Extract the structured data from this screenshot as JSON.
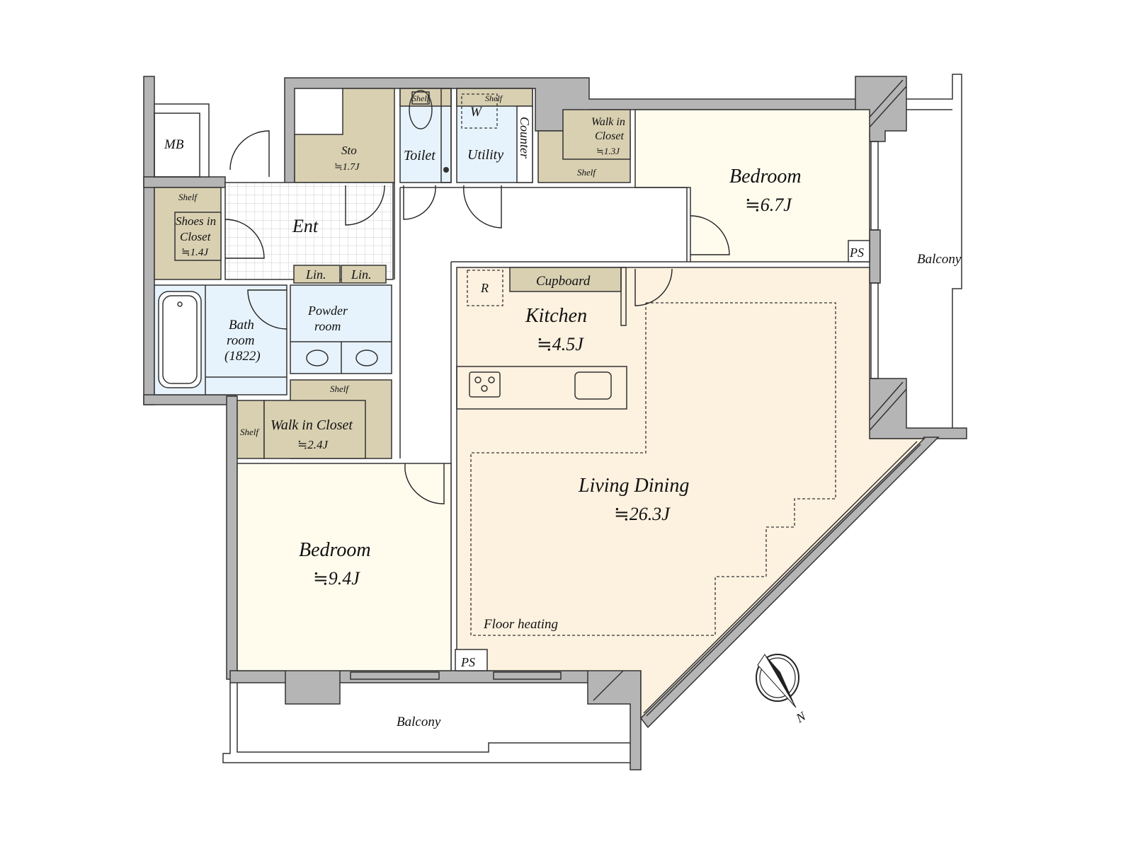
{
  "colors": {
    "wall": "#b5b5b5",
    "closet": "#d9d0b2",
    "wet_area": "#e7f3fc",
    "bedroom": "#fffcee",
    "living": "#fdf1df"
  },
  "rooms": {
    "mb": {
      "label": "MB"
    },
    "storage": {
      "label": "Sto",
      "area": "≒1.7J"
    },
    "toilet": {
      "label": "Toilet",
      "shelf": "Shelf"
    },
    "utility": {
      "label": "Utility",
      "shelf": "Shelf",
      "washer": "W",
      "counter": "Counter"
    },
    "wic_small": {
      "label_line1": "Walk in",
      "label_line2": "Closet",
      "area": "≒1.3J",
      "shelf": "Shelf"
    },
    "bedroom_1": {
      "label": "Bedroom",
      "area": "≒6.7J",
      "ps": "PS"
    },
    "balcony_east": {
      "label": "Balcony"
    },
    "shoes_closet": {
      "shelf": "Shelf",
      "label_line1": "Shoes in",
      "label_line2": "Closet",
      "area": "≒1.4J"
    },
    "entrance": {
      "label": "Ent"
    },
    "linen": {
      "left": "Lin.",
      "right": "Lin."
    },
    "powder_room": {
      "label_line1": "Powder",
      "label_line2": "room"
    },
    "bathroom": {
      "label_line1": "Bath",
      "label_line2": "room",
      "label_line3": "(1822)"
    },
    "kitchen": {
      "label": "Kitchen",
      "area": "≒4.5J",
      "cupboard": "Cupboard",
      "fridge": "R"
    },
    "wic_large": {
      "label": "Walk in Closet",
      "area": "≒2.4J",
      "shelf_top": "Shelf",
      "shelf_left": "Shelf"
    },
    "living_dining": {
      "label": "Living Dining",
      "area": "≒26.3J",
      "floor_heating": "Floor heating"
    },
    "bedroom_2": {
      "label": "Bedroom",
      "area": "≒9.4J"
    },
    "ps_south": {
      "label": "PS"
    },
    "balcony_south": {
      "label": "Balcony"
    }
  },
  "compass": {
    "icon": "north-arrow-compass-icon",
    "label": "N"
  }
}
